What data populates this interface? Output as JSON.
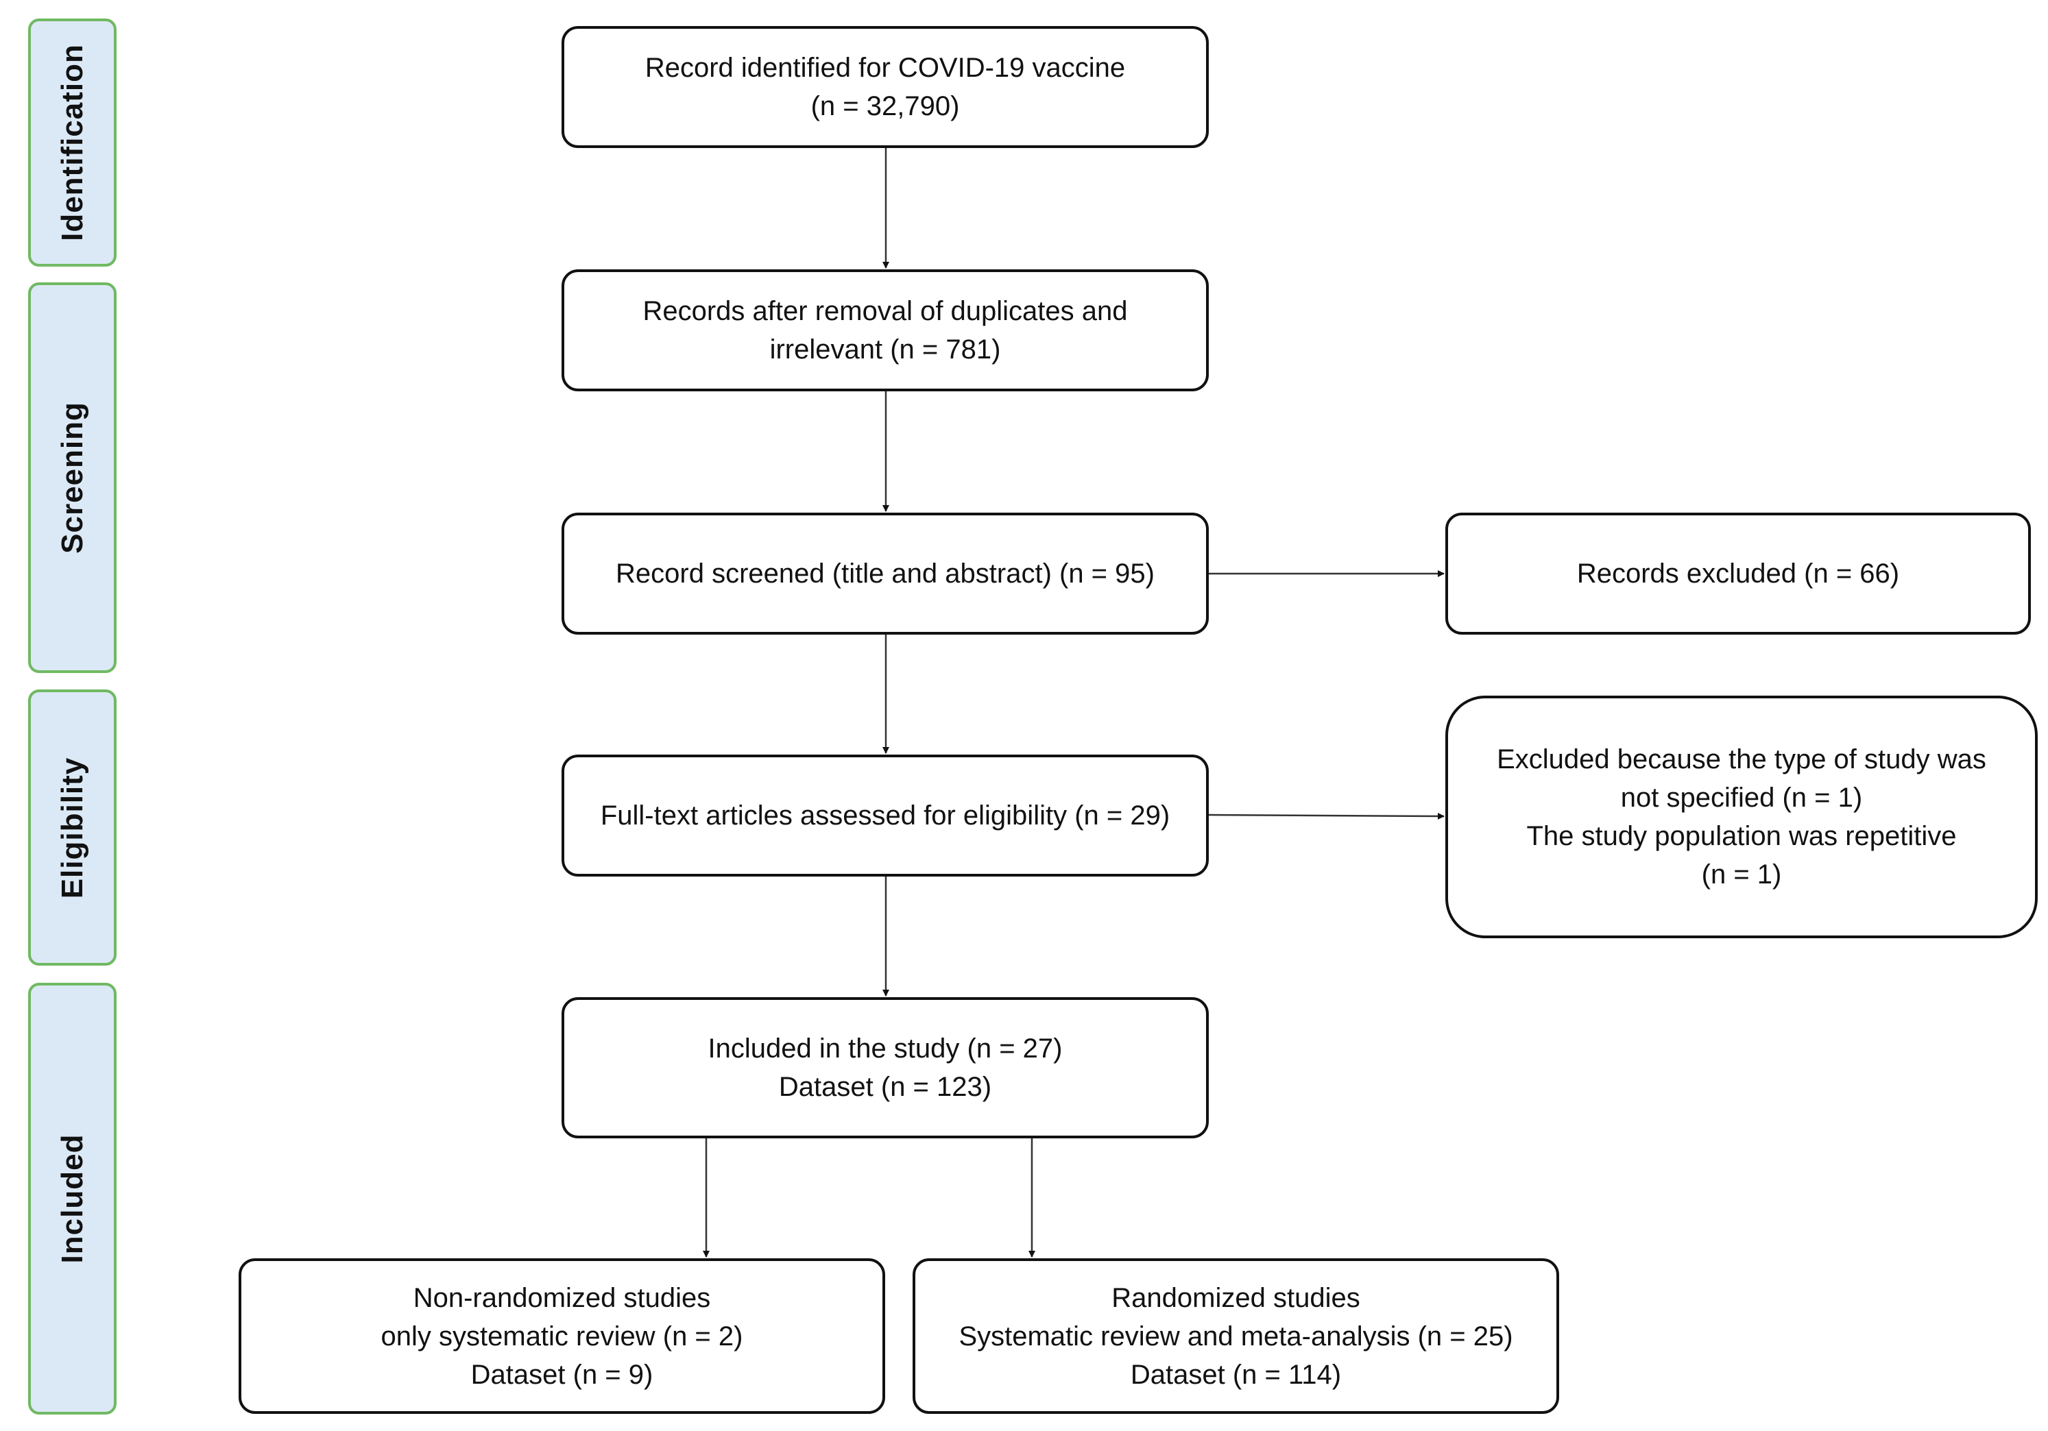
{
  "stages": [
    {
      "id": "identification",
      "label": "Identification"
    },
    {
      "id": "screening",
      "label": "Screening"
    },
    {
      "id": "eligibility",
      "label": "Eligibility"
    },
    {
      "id": "included",
      "label": "Included"
    }
  ],
  "boxes": {
    "identified": [
      "Record identified for COVID-19 vaccine",
      "(n = 32,790)"
    ],
    "after_removal": [
      "Records after removal of duplicates and",
      "irrelevant (n = 781)"
    ],
    "screened": [
      "Record screened  (title and abstract)  (n = 95)"
    ],
    "excluded": [
      "Records excluded (n = 66)"
    ],
    "fulltext": [
      "Full-text articles assessed for eligibility (n = 29)"
    ],
    "fulltext_excluded": [
      "Excluded because the type of study was",
      "not specified (n = 1)",
      "The study population was repetitive",
      "(n = 1)"
    ],
    "included": [
      "Included in the study (n = 27)",
      "Dataset (n = 123)"
    ],
    "nonrandomized": [
      "Non-randomized studies",
      "only systematic review (n = 2)",
      "Dataset (n = 9)"
    ],
    "randomized": [
      "Randomized studies",
      "Systematic review and meta-analysis (n = 25)",
      "Dataset (n = 114)"
    ]
  },
  "colors": {
    "stage_fill": "#dbe9f6",
    "stage_border": "#70b962",
    "box_border": "#111111",
    "arrow": "#333333"
  }
}
